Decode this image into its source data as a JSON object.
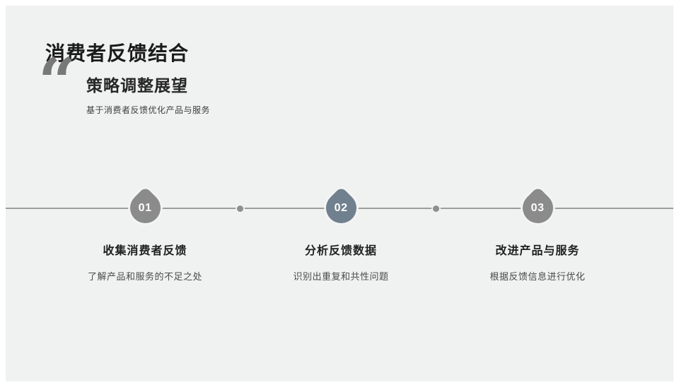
{
  "slide": {
    "title": "消费者反馈结合",
    "subtitle": "策略调整展望",
    "description": "基于消费者反馈优化产品与服务",
    "quote_icon_glyph": "“"
  },
  "timeline": {
    "steps": [
      {
        "number": "01",
        "title": "收集消费者反馈",
        "description": "了解产品和服务的不足之处",
        "node_color": "#8b8b8b"
      },
      {
        "number": "02",
        "title": "分析反馈数据",
        "description": "识别出重复和共性问题",
        "node_color": "#71808e"
      },
      {
        "number": "03",
        "title": "改进产品与服务",
        "description": "根据反馈信息进行优化",
        "node_color": "#8b8b8b"
      }
    ]
  },
  "colors": {
    "frame": "#ffffff",
    "slide_background": "#f0f1f1",
    "timeline_line": "#9c9c9c",
    "timeline_dot": "#8f8f8f",
    "title_text": "#1b1b1b",
    "subtitle_text": "#262626",
    "quote_icon": "#787878",
    "step_title_text": "#212121",
    "step_desc_text": "#4a4a4a",
    "node_gray": "#8b8b8b",
    "node_slate": "#71808e",
    "node_number_text": "#ffffff"
  }
}
